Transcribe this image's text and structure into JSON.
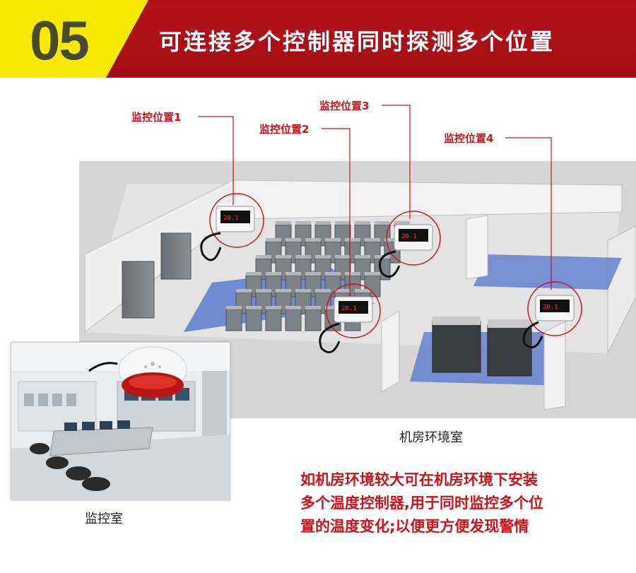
{
  "header": {
    "number": "05",
    "title": "可连接多个控制器同时探测多个位置"
  },
  "positions": [
    {
      "label": "监控位置1"
    },
    {
      "label": "监控位置2"
    },
    {
      "label": "监控位置3"
    },
    {
      "label": "监控位置4"
    }
  ],
  "captions": {
    "machine_room": "机房环境室",
    "control_room": "监控室"
  },
  "description": {
    "lines": [
      "如机房环境较大可在机房环境下安装",
      "多个温度控制器,用于同时监控多个位",
      "置的温度变化;以便更方便发现警情"
    ]
  },
  "colors": {
    "banner_yellow": "#f7ea00",
    "banner_red": "#b3121a",
    "accent_red": "#c8141c",
    "floor_blue": "#5b7bd0"
  },
  "icons": [
    "temperature-controller-icon",
    "alarm-siren-icon",
    "server-rack-icon"
  ]
}
